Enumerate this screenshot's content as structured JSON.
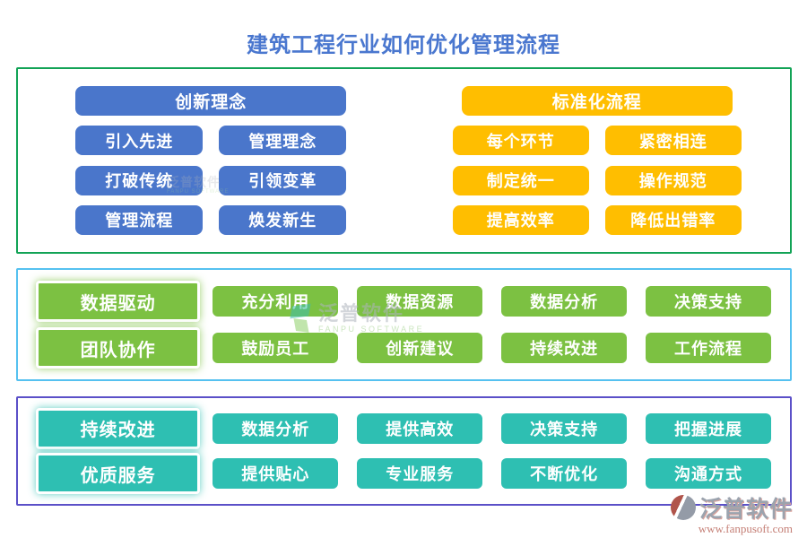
{
  "title": "建筑工程行业如何优化管理流程",
  "colors": {
    "title_blue": "#4a77cf",
    "blue_button": "#4a76cb",
    "yellow_button": "#ffbe00",
    "green_button": "#7cc142",
    "teal_button": "#2ebfb2",
    "panel_idea_border": "#12a356",
    "panel_data_border": "#55c1f0",
    "panel_service_border": "#5b50c8"
  },
  "panels": [
    {
      "name": "idea",
      "groups": [
        {
          "color": "blue",
          "header": "创新理念",
          "items": [
            "引入先进",
            "管理理念",
            "打破传统",
            "引领变革",
            "管理流程",
            "焕发新生"
          ]
        },
        {
          "color": "yellow",
          "header": "标准化流程",
          "items": [
            "每个环节",
            "紧密相连",
            "制定统一",
            "操作规范",
            "提高效率",
            "降低出错率"
          ]
        }
      ]
    },
    {
      "name": "data",
      "rows": [
        {
          "featured": "数据驱动",
          "items": [
            "充分利用",
            "数据资源",
            "数据分析",
            "决策支持"
          ]
        },
        {
          "featured": "团队协作",
          "items": [
            "鼓励员工",
            "创新建议",
            "持续改进",
            "工作流程"
          ]
        }
      ]
    },
    {
      "name": "service",
      "rows": [
        {
          "featured": "持续改进",
          "items": [
            "数据分析",
            "提供高效",
            "决策支持",
            "把握进展"
          ]
        },
        {
          "featured": "优质服务",
          "items": [
            "提供贴心",
            "专业服务",
            "不断优化",
            "沟通方式"
          ]
        }
      ]
    }
  ],
  "watermark": {
    "brand": "泛普软件",
    "brand_en": "FANPU SOFTWARE"
  },
  "logo": {
    "brand": "泛普软件",
    "url": "www.fanpusoft.com"
  }
}
